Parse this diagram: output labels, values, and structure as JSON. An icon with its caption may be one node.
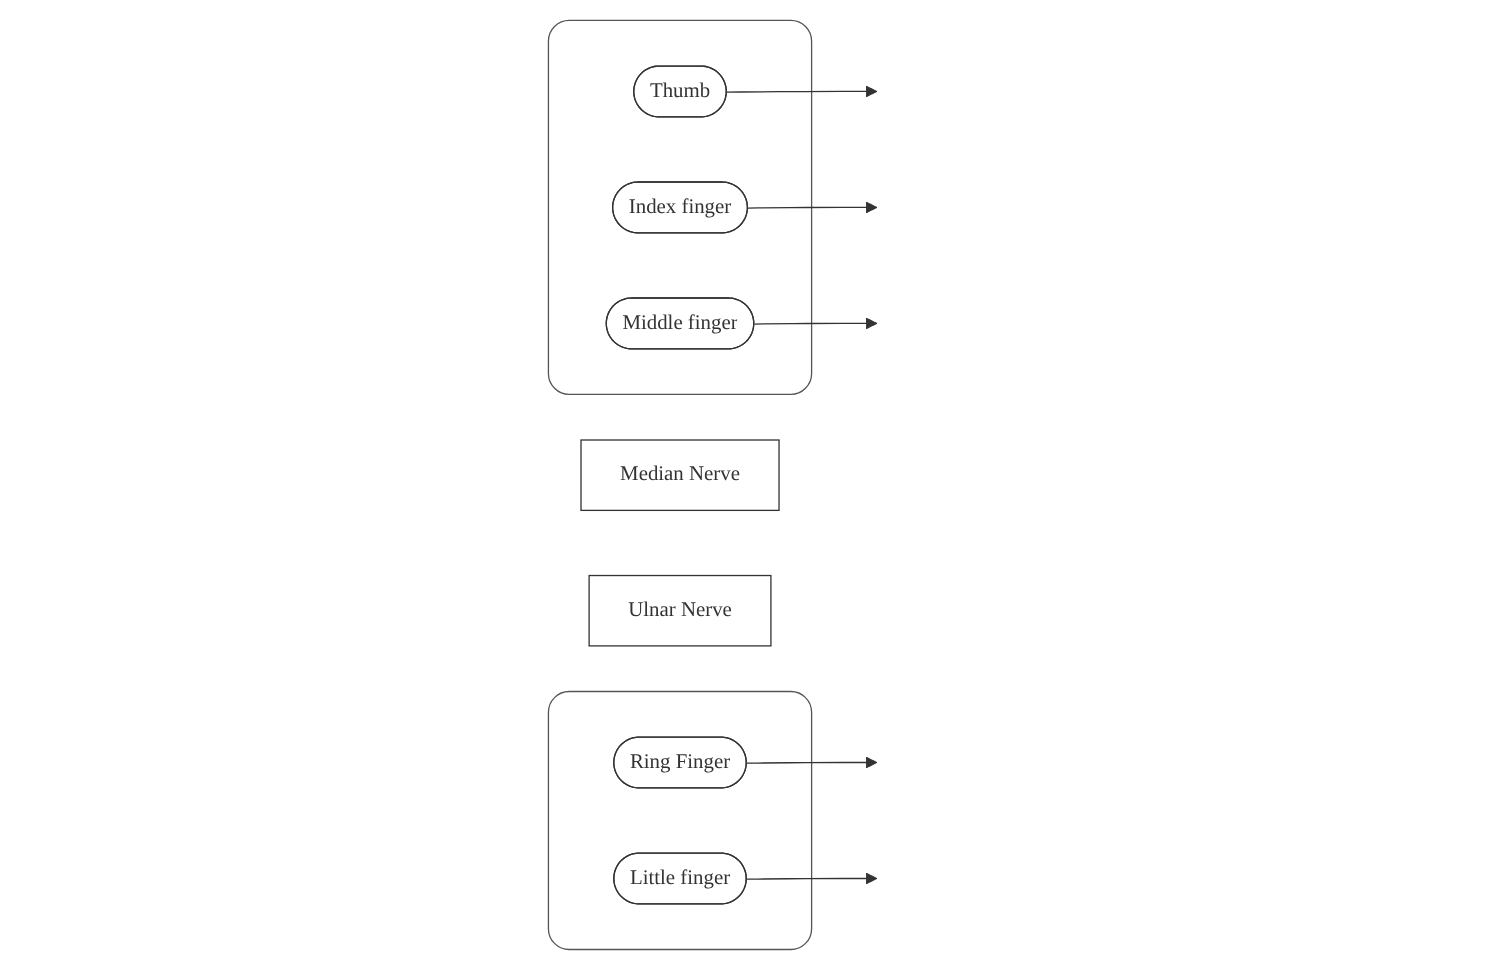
{
  "diagram": {
    "nodes": [
      {
        "text": [],
        "shape": "box"
      },
      {
        "text": [
          "Thumb"
        ],
        "in": 0
      },
      {
        "text": [
          "Index finger"
        ],
        "in": 0
      },
      {
        "text": [
          "Middle finger"
        ],
        "in": 0
      },
      {
        "text": [
          "Median Nerve"
        ]
      },
      {
        "text": [],
        "shape": "box"
      },
      {
        "text": [
          "Ring Finger"
        ],
        "in": 5
      },
      {
        "text": [
          "Little finger"
        ],
        "in": 5
      },
      {
        "text": [
          "Ulnar Nerve"
        ]
      }
    ],
    "edges": [
      {
        "from": 1,
        "to": null,
        "arrow": "to"
      },
      {
        "from": 2,
        "to": null,
        "arrow": "to"
      },
      {
        "from": 3,
        "to": null,
        "arrow": "to"
      },
      {
        "from": 6,
        "to": null,
        "arrow": "to"
      },
      {
        "from": 7,
        "to": null,
        "arrow": "to"
      }
    ]
  }
}
